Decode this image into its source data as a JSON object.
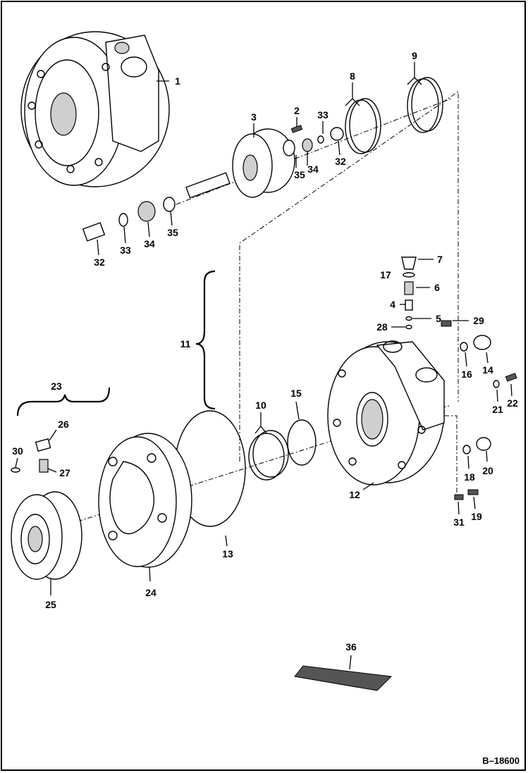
{
  "figure_ref": "B–18600",
  "callouts": [
    {
      "id": "1",
      "label": "1"
    },
    {
      "id": "2",
      "label": "2"
    },
    {
      "id": "3",
      "label": "3"
    },
    {
      "id": "33a",
      "label": "33"
    },
    {
      "id": "8",
      "label": "8"
    },
    {
      "id": "9",
      "label": "9"
    },
    {
      "id": "35a",
      "label": "35"
    },
    {
      "id": "34a",
      "label": "34"
    },
    {
      "id": "32a",
      "label": "32"
    },
    {
      "id": "32b",
      "label": "32"
    },
    {
      "id": "33b",
      "label": "33"
    },
    {
      "id": "34b",
      "label": "34"
    },
    {
      "id": "35b",
      "label": "35"
    },
    {
      "id": "7",
      "label": "7"
    },
    {
      "id": "17",
      "label": "17"
    },
    {
      "id": "6",
      "label": "6"
    },
    {
      "id": "4",
      "label": "4"
    },
    {
      "id": "5",
      "label": "5"
    },
    {
      "id": "28",
      "label": "28"
    },
    {
      "id": "29",
      "label": "29"
    },
    {
      "id": "11",
      "label": "11"
    },
    {
      "id": "16",
      "label": "16"
    },
    {
      "id": "14",
      "label": "14"
    },
    {
      "id": "21",
      "label": "21"
    },
    {
      "id": "22",
      "label": "22"
    },
    {
      "id": "23",
      "label": "23"
    },
    {
      "id": "10",
      "label": "10"
    },
    {
      "id": "15",
      "label": "15"
    },
    {
      "id": "26",
      "label": "26"
    },
    {
      "id": "30",
      "label": "30"
    },
    {
      "id": "27",
      "label": "27"
    },
    {
      "id": "18",
      "label": "18"
    },
    {
      "id": "20",
      "label": "20"
    },
    {
      "id": "12",
      "label": "12"
    },
    {
      "id": "31",
      "label": "31"
    },
    {
      "id": "19",
      "label": "19"
    },
    {
      "id": "13",
      "label": "13"
    },
    {
      "id": "24",
      "label": "24"
    },
    {
      "id": "25",
      "label": "25"
    },
    {
      "id": "36",
      "label": "36"
    }
  ]
}
